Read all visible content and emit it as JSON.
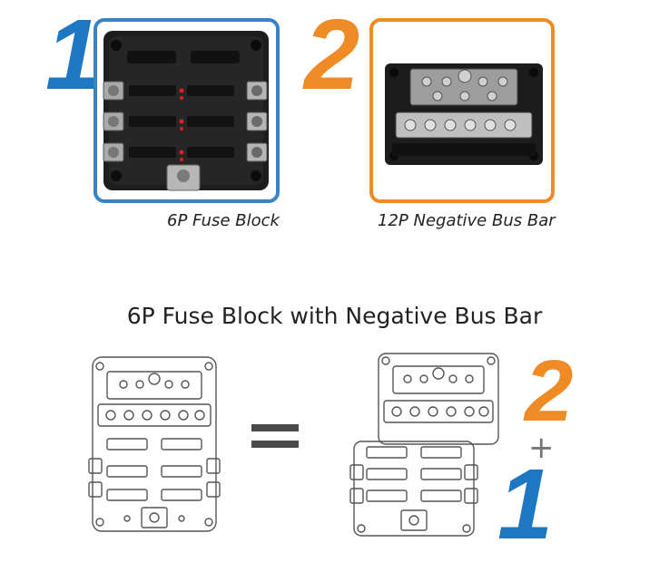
{
  "items": [
    {
      "number": "1",
      "caption": "6P Fuse Block",
      "frame_color": "#3a82c6"
    },
    {
      "number": "2",
      "caption": "12P Negative Bus Bar",
      "frame_color": "#f08a24"
    }
  ],
  "combo": {
    "title": "6P Fuse Block with Negative Bus Bar",
    "plus_sign": "+",
    "top_number": "2",
    "bottom_number": "1"
  },
  "colors": {
    "blue": "#1e77c2",
    "orange": "#f08a24",
    "line": "#555555"
  }
}
